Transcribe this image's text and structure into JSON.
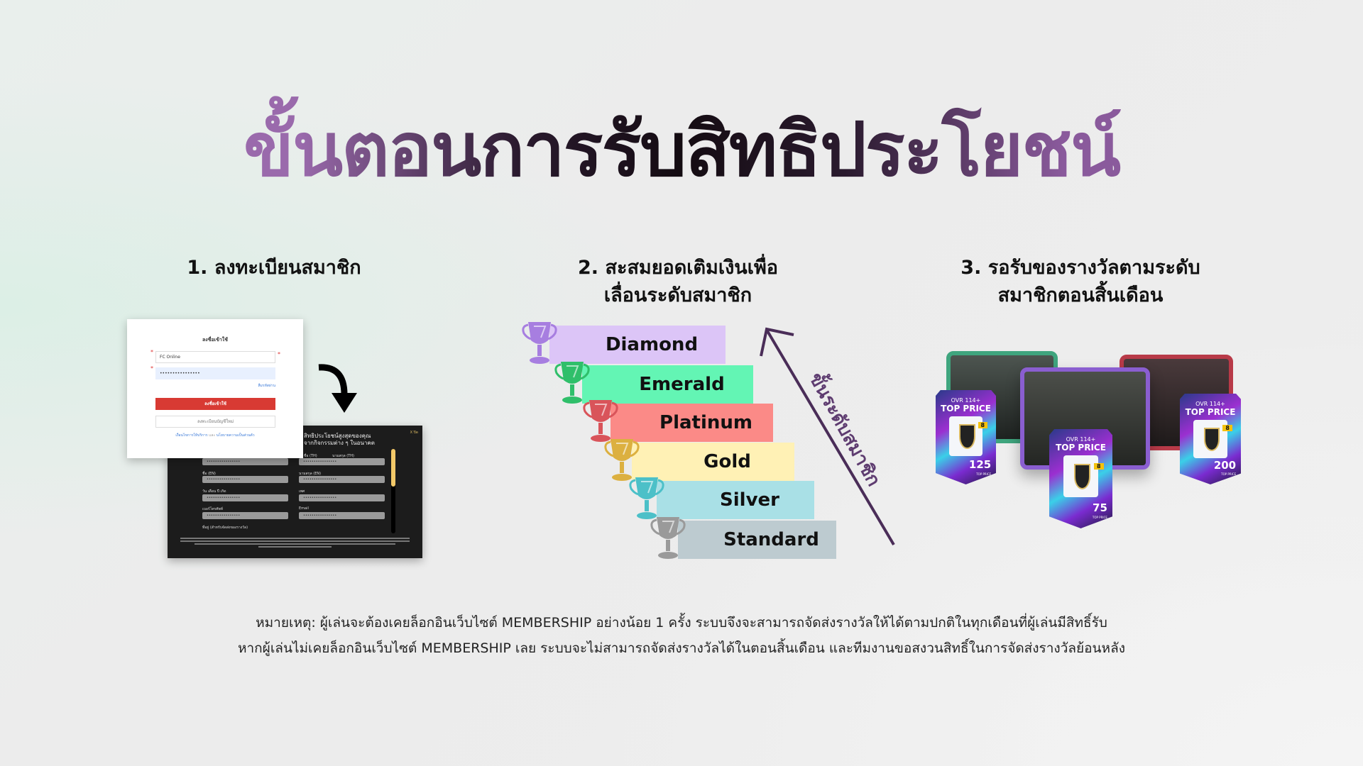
{
  "title": "ขั้นตอนการรับสิทธิประโยชน์",
  "steps": [
    {
      "line1": "1. ลงทะเบียนสมาชิก"
    },
    {
      "line1": "2. สะสมยอดเติมเงินเพื่อ",
      "line2": "เลื่อนระดับสมาชิก"
    },
    {
      "line1": "3. รอรับของรางวัลตามระดับ",
      "line2": "สมาชิกตอนสิ้นเดือน"
    }
  ],
  "login": {
    "title": "ลงชื่อเข้าใช้",
    "username": "FC Online",
    "password": "••••••••••••••••",
    "forgot": "ลืมรหัสผ่าน",
    "submit": "ลงชื่อเข้าใช้",
    "register": "ลงทะเบียนบัญชีใหม่",
    "terms": "เงื่อนไขการให้บริการ",
    "and": "และ",
    "privacy": "นโยบายความเป็นส่วนตัว"
  },
  "form": {
    "heading1": "สิทธิประโยชน์สูงสุดของคุณ",
    "heading2": "จากกิจกรรมต่าง ๆ ในอนาคต",
    "close": "X ปิด",
    "fields": [
      "ชื่อ (TH)",
      "นามสกุล (TH)",
      "ชื่อ (EN)",
      "นามสกุล (EN)",
      "วัน เดือน ปี เกิด",
      "เพศ",
      "เบอร์โทรศัพท์",
      "Email"
    ],
    "field_value": "••••••••••••••••",
    "address": "ที่อยู่ (สำหรับจัดส่งของรางวัล)"
  },
  "tiers": [
    {
      "name": "Diamond",
      "color": "#dcc5f7",
      "trophy": "#a77ee0"
    },
    {
      "name": "Emerald",
      "color": "#63f5b4",
      "trophy": "#2fbf6a"
    },
    {
      "name": "Platinum",
      "color": "#fb8a87",
      "trophy": "#d9545a"
    },
    {
      "name": "Gold",
      "color": "#fff1b5",
      "trophy": "#dcb040"
    },
    {
      "name": "Silver",
      "color": "#a9e0e6",
      "trophy": "#4cc0c8"
    },
    {
      "name": "Standard",
      "color": "#bdcbd0",
      "trophy": "#9a9a9a"
    }
  ],
  "tier_arrow_label": "ขั้นระดับสมาชิก",
  "rewards": {
    "ovr": "OVR 114+",
    "top_price": "TOP PRICE",
    "badge": "8",
    "cards": [
      "125",
      "75",
      "200"
    ]
  },
  "notes": [
    "หมายเหตุ: ผู้เล่นจะต้องเคยล็อกอินเว็บไซต์ MEMBERSHIP อย่างน้อย 1 ครั้ง ระบบจึงจะสามารถจัดส่งรางวัลให้ได้ตามปกติในทุกเดือนที่ผู้เล่นมีสิทธิ์รับ",
    "หากผู้เล่นไม่เคยล็อกอินเว็บไซต์ MEMBERSHIP เลย ระบบจะไม่สามารถจัดส่งรางวัลได้ในตอนสิ้นเดือน และทีมงานขอสงวนสิทธิ์ในการจัดส่งรางวัลย้อนหลัง"
  ]
}
